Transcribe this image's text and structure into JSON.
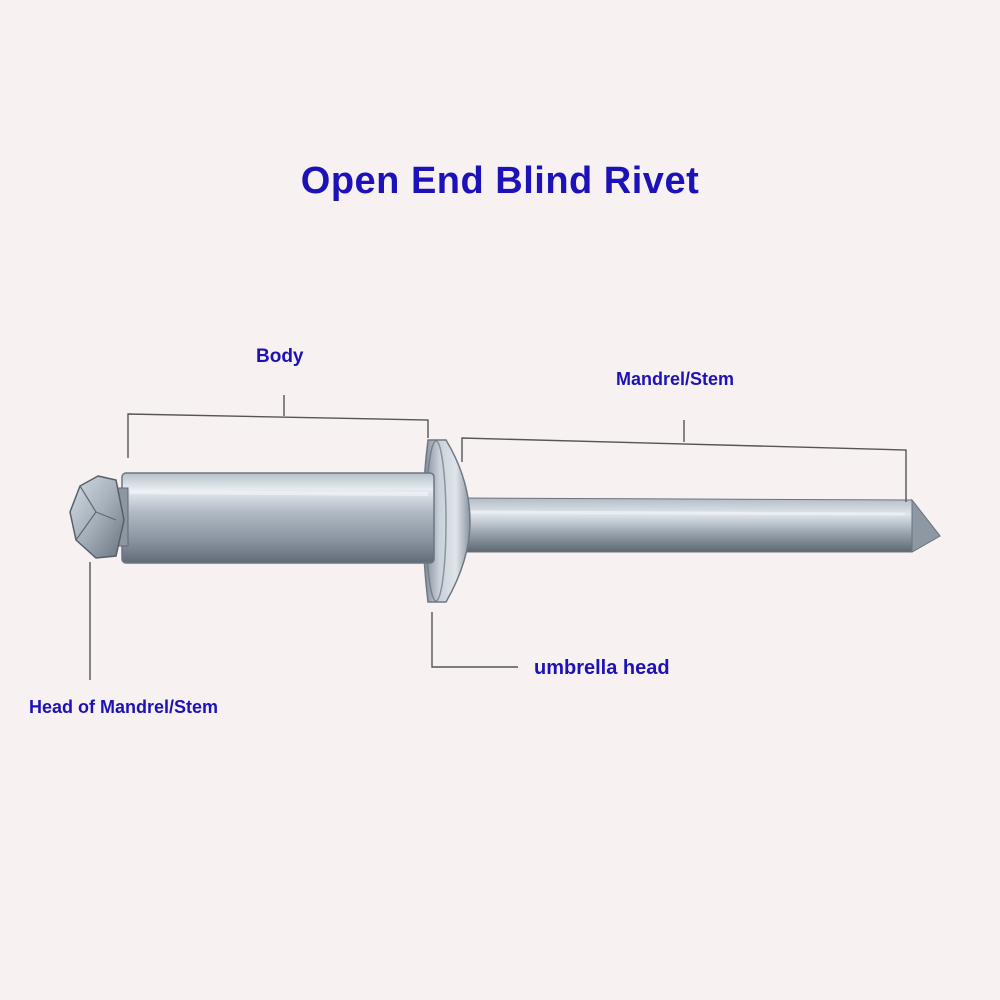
{
  "title": "Open End Blind Rivet",
  "labels": {
    "body": "Body",
    "mandrel": "Mandrel/Stem",
    "umbrella": "umbrella head",
    "head_of_mandrel": "Head of Mandrel/Stem"
  },
  "colors": {
    "label_text": "#1c12b8",
    "background": "#f7f1f1",
    "metal_light": "#e3e9ef",
    "metal_mid": "#aab4be",
    "metal_dark": "#5f6973",
    "leader_line": "#555555"
  }
}
